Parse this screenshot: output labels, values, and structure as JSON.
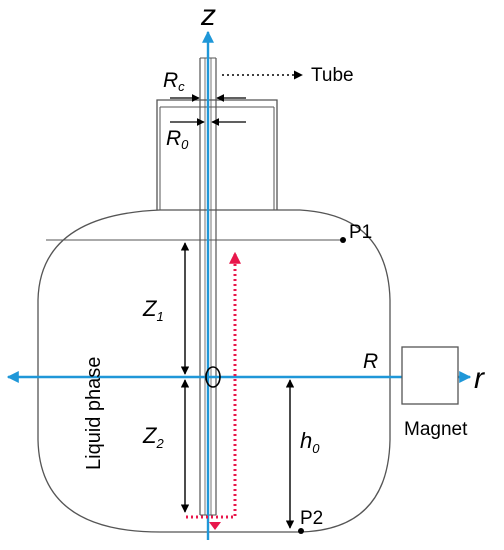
{
  "labels": {
    "axis_z": "z",
    "axis_r": "r",
    "tube": "Tube",
    "rc_main": "R",
    "rc_sub": "c",
    "r0_main": "R",
    "r0_sub": "0",
    "p1": "P1",
    "p2": "P2",
    "z1_main": "Z",
    "z1_sub": "1",
    "z2_main": "Z",
    "z2_sub": "2",
    "radius": "R",
    "h0_main": "h",
    "h0_sub": "0",
    "liquid": "Liquid phase",
    "magnet": "Magnet"
  },
  "colors": {
    "axis": "#1f97d8",
    "dotted_arrow": "#e8174b",
    "outline": "#555555",
    "dim": "#000000"
  }
}
